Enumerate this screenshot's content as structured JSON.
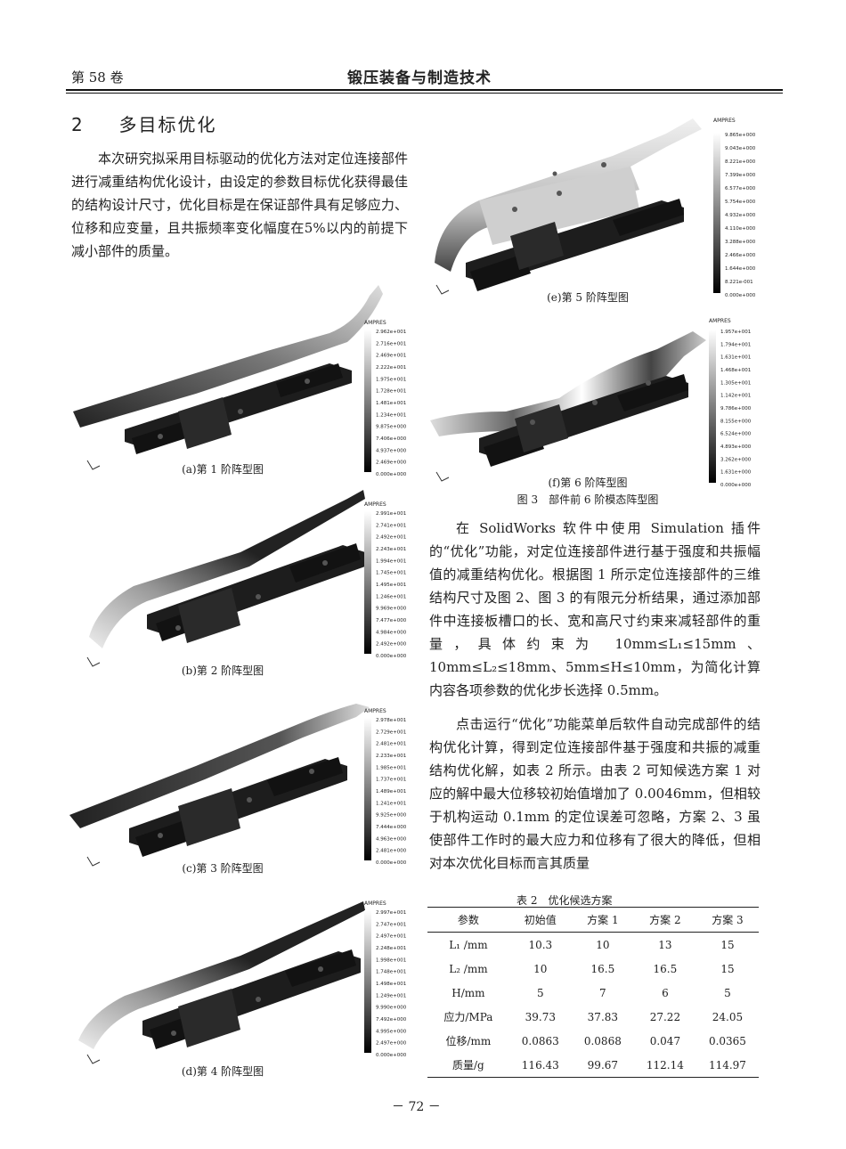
{
  "header": {
    "volume": "第 58 卷",
    "journal": "锻压装备与制造技术"
  },
  "section": {
    "number": "2",
    "title": "多目标优化"
  },
  "paragraphs": {
    "p1": "本次研究拟采用目标驱动的优化方法对定位连接部件进行减重结构优化设计，由设定的参数目标优化获得最佳的结构设计尺寸，优化目标是在保证部件具有足够应力、位移和应变量，且共振频率变化幅度在5%以内的前提下减小部件的质量。",
    "p2": "在 SolidWorks 软件中使用 Simulation 插件的“优化”功能，对定位连接部件进行基于强度和共振幅值的减重结构优化。根据图 1 所示定位连接部件的三维结构尺寸及图 2、图 3 的有限元分析结果，通过添加部件中连接板槽口的长、宽和高尺寸约束来减轻部件的重量，具体约束为 10mm≤L₁≤15mm、10mm≤L₂≤18mm、5mm≤H≤10mm，为简化计算内容各项参数的优化步长选择 0.5mm。",
    "p3": "点击运行“优化”功能菜单后软件自动完成部件的结构优化计算，得到定位连接部件基于强度和共振的减重结构优化解，如表 2 所示。由表 2 可知候选方案 1 对应的解中最大位移较初始值增加了 0.0046mm，但相较于机构运动 0.1mm 的定位误差可忽略，方案 2、3 虽使部件工作时的最大应力和位移有了很大的降低，但相对本次优化目标而言其质量"
  },
  "figures": [
    {
      "caption": "(a)第 1 阶阵型图",
      "legend_title": "AMPRES",
      "ticks": [
        "2.962e+001",
        "2.716e+001",
        "2.469e+001",
        "2.222e+001",
        "1.975e+001",
        "1.728e+001",
        "1.481e+001",
        "1.234e+001",
        "9.875e+000",
        "7.406e+000",
        "4.937e+000",
        "2.469e+000",
        "0.000e+000"
      ]
    },
    {
      "caption": "(b)第 2 阶阵型图",
      "legend_title": "AMPRES",
      "ticks": [
        "2.991e+001",
        "2.741e+001",
        "2.492e+001",
        "2.243e+001",
        "1.994e+001",
        "1.745e+001",
        "1.495e+001",
        "1.246e+001",
        "9.969e+000",
        "7.477e+000",
        "4.984e+000",
        "2.492e+000",
        "0.000e+000"
      ]
    },
    {
      "caption": "(c)第 3 阶阵型图",
      "legend_title": "AMPRES",
      "ticks": [
        "2.978e+001",
        "2.729e+001",
        "2.481e+001",
        "2.233e+001",
        "1.985e+001",
        "1.737e+001",
        "1.489e+001",
        "1.241e+001",
        "9.925e+000",
        "7.444e+000",
        "4.963e+000",
        "2.481e+000",
        "0.000e+000"
      ]
    },
    {
      "caption": "(d)第 4 阶阵型图",
      "legend_title": "AMPRES",
      "ticks": [
        "2.997e+001",
        "2.747e+001",
        "2.497e+001",
        "2.248e+001",
        "1.998e+001",
        "1.748e+001",
        "1.498e+001",
        "1.249e+001",
        "9.990e+000",
        "7.492e+000",
        "4.995e+000",
        "2.497e+000",
        "0.000e+000"
      ]
    },
    {
      "caption": "(e)第 5 阶阵型图",
      "legend_title": "AMPRES",
      "ticks": [
        "9.865e+000",
        "9.043e+000",
        "8.221e+000",
        "7.399e+000",
        "6.577e+000",
        "5.754e+000",
        "4.932e+000",
        "4.110e+000",
        "3.288e+000",
        "2.466e+000",
        "1.644e+000",
        "8.221e-001",
        "0.000e+000"
      ]
    },
    {
      "caption": "(f)第 6 阶阵型图",
      "legend_title": "AMPRES",
      "ticks": [
        "1.957e+001",
        "1.794e+001",
        "1.631e+001",
        "1.468e+001",
        "1.305e+001",
        "1.142e+001",
        "9.786e+000",
        "8.155e+000",
        "6.524e+000",
        "4.893e+000",
        "3.262e+000",
        "1.631e+000",
        "0.000e+000"
      ]
    }
  ],
  "fig3_caption": "图 3　部件前 6 阶模态阵型图",
  "table": {
    "title": "表 2　优化候选方案",
    "headers": [
      "参数",
      "初始值",
      "方案 1",
      "方案 2",
      "方案 3"
    ],
    "rows": [
      [
        "L₁ /mm",
        "10.3",
        "10",
        "13",
        "15"
      ],
      [
        "L₂ /mm",
        "10",
        "16.5",
        "16.5",
        "15"
      ],
      [
        "H/mm",
        "5",
        "7",
        "6",
        "5"
      ],
      [
        "应力/MPa",
        "39.73",
        "37.83",
        "27.22",
        "24.05"
      ],
      [
        "位移/mm",
        "0.0863",
        "0.0868",
        "0.047",
        "0.0365"
      ],
      [
        "质量/g",
        "116.43",
        "99.67",
        "112.14",
        "114.97"
      ]
    ]
  },
  "page_number": "－ 72 －"
}
